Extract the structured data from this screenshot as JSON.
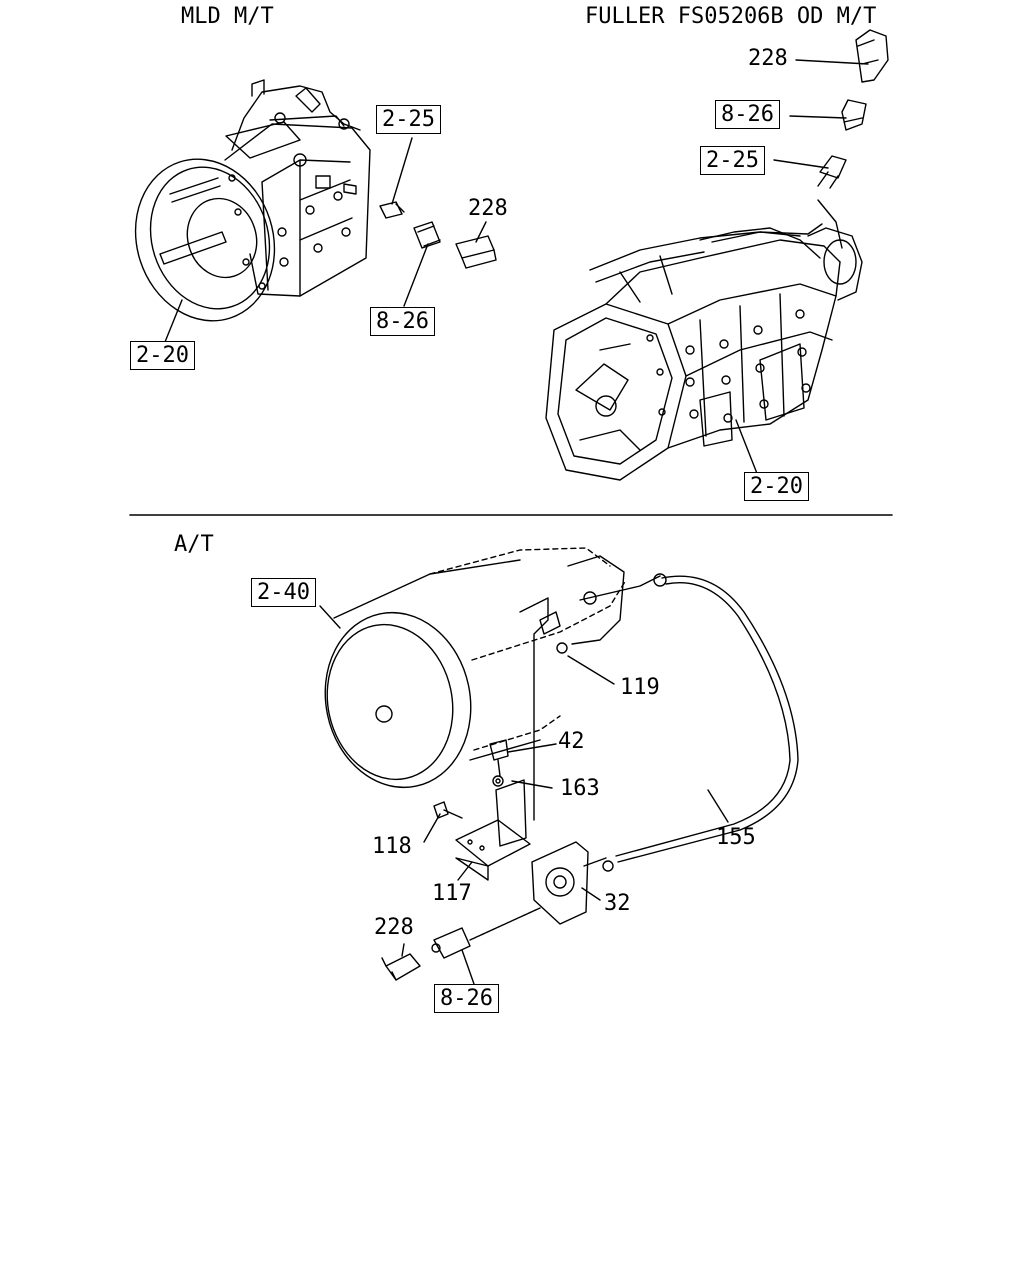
{
  "sections": {
    "mld": {
      "title": "MLD M/T",
      "refs": {
        "r1": "2-25",
        "r2": "8-26",
        "r3": "2-20"
      },
      "parts": {
        "p1": "228"
      }
    },
    "fuller": {
      "title": "FULLER FS05206B OD M/T",
      "refs": {
        "r1": "8-26",
        "r2": "2-25",
        "r3": "2-20"
      },
      "parts": {
        "p1": "228"
      }
    },
    "at": {
      "title": "A/T",
      "refs": {
        "r1": "2-40",
        "r2": "8-26"
      },
      "parts": {
        "p119": "119",
        "p42": "42",
        "p163": "163",
        "p155": "155",
        "p118": "118",
        "p117": "117",
        "p32": "32",
        "p228": "228"
      }
    }
  }
}
